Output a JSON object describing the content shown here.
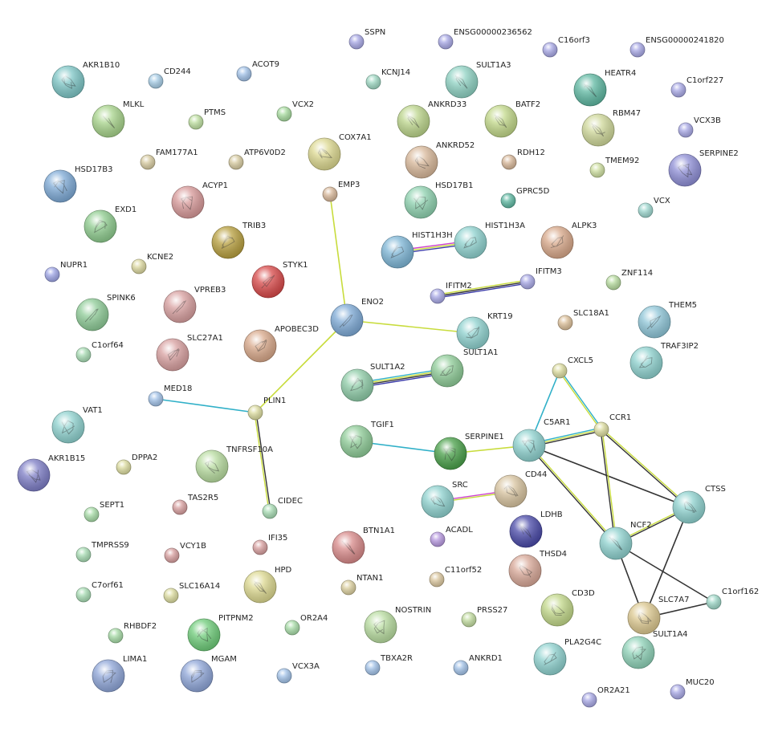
{
  "network": {
    "nodes": [
      {
        "id": "AKR1B10",
        "label": "AKR1B10",
        "color": "#7ec6c6"
      },
      {
        "id": "CD244",
        "label": "CD244",
        "color": "#a7cde6"
      },
      {
        "id": "ACOT9",
        "label": "ACOT9",
        "color": "#a2c2e8"
      },
      {
        "id": "SSPN",
        "label": "SSPN",
        "color": "#a9a9e6"
      },
      {
        "id": "ENSG00000236562",
        "label": "ENSG00000236562",
        "color": "#a9a9e6"
      },
      {
        "id": "C16orf3",
        "label": "C16orf3",
        "color": "#a9a9e6"
      },
      {
        "id": "ENSG00000241820",
        "label": "ENSG00000241820",
        "color": "#a9a9e6"
      },
      {
        "id": "KCNJ14",
        "label": "KCNJ14",
        "color": "#9fd8c3"
      },
      {
        "id": "SULT1A3",
        "label": "SULT1A3",
        "color": "#8fd2c3"
      },
      {
        "id": "HEATR4",
        "label": "HEATR4",
        "color": "#5fb8a2"
      },
      {
        "id": "C1orf227",
        "label": "C1orf227",
        "color": "#a9a9e6"
      },
      {
        "id": "MLKL",
        "label": "MLKL",
        "color": "#a8d48c"
      },
      {
        "id": "PTMS",
        "label": "PTMS",
        "color": "#bfe0a2"
      },
      {
        "id": "VCX2",
        "label": "VCX2",
        "color": "#a8dca0"
      },
      {
        "id": "ANKRD33",
        "label": "ANKRD33",
        "color": "#bcd58c"
      },
      {
        "id": "BATF2",
        "label": "BATF2",
        "color": "#c2d88a"
      },
      {
        "id": "RBM47",
        "label": "RBM47",
        "color": "#cfd89a"
      },
      {
        "id": "VCX3B",
        "label": "VCX3B",
        "color": "#a9a9e6"
      },
      {
        "id": "FAM177A1",
        "label": "FAM177A1",
        "color": "#d8cca2"
      },
      {
        "id": "ATP6V0D2",
        "label": "ATP6V0D2",
        "color": "#d8cca2"
      },
      {
        "id": "COX7A1",
        "label": "COX7A1",
        "color": "#dcd890"
      },
      {
        "id": "ANKRD52",
        "label": "ANKRD52",
        "color": "#d8b89a"
      },
      {
        "id": "RDH12",
        "label": "RDH12",
        "color": "#d8b89a"
      },
      {
        "id": "TMEM92",
        "label": "TMEM92",
        "color": "#cfe0a2"
      },
      {
        "id": "SERPINE2",
        "label": "SERPINE2",
        "color": "#8f8fd6"
      },
      {
        "id": "HSD17B3",
        "label": "HSD17B3",
        "color": "#7eaad6"
      },
      {
        "id": "ACYP1",
        "label": "ACYP1",
        "color": "#d89a9a"
      },
      {
        "id": "EMP3",
        "label": "EMP3",
        "color": "#d8b89a"
      },
      {
        "id": "HSD17B1",
        "label": "HSD17B1",
        "color": "#8fd2b0"
      },
      {
        "id": "GPRC5D",
        "label": "GPRC5D",
        "color": "#5fb8a2"
      },
      {
        "id": "VCX",
        "label": "VCX",
        "color": "#9fd8d0"
      },
      {
        "id": "EXD1",
        "label": "EXD1",
        "color": "#8fcc8f"
      },
      {
        "id": "TRIB3",
        "label": "TRIB3",
        "color": "#b8a040"
      },
      {
        "id": "HIST1H3H",
        "label": "HIST1H3H",
        "color": "#7eb6d6"
      },
      {
        "id": "HIST1H3A",
        "label": "HIST1H3A",
        "color": "#8fd2cf"
      },
      {
        "id": "ALPK3",
        "label": "ALPK3",
        "color": "#d8a88a"
      },
      {
        "id": "NUPR1",
        "label": "NUPR1",
        "color": "#9fa6e6"
      },
      {
        "id": "KCNE2",
        "label": "KCNE2",
        "color": "#dcd8a0"
      },
      {
        "id": "STYK1",
        "label": "STYK1",
        "color": "#d84a4a"
      },
      {
        "id": "IFITM2",
        "label": "IFITM2",
        "color": "#a9a9e6"
      },
      {
        "id": "IFITM3",
        "label": "IFITM3",
        "color": "#a9a9e6"
      },
      {
        "id": "ZNF114",
        "label": "ZNF114",
        "color": "#b8dca0"
      },
      {
        "id": "SPINK6",
        "label": "SPINK6",
        "color": "#8fcc98"
      },
      {
        "id": "VPREB3",
        "label": "VPREB3",
        "color": "#d8a0a0"
      },
      {
        "id": "ENO2",
        "label": "ENO2",
        "color": "#7eaad6"
      },
      {
        "id": "SLC18A1",
        "label": "SLC18A1",
        "color": "#dcc09a"
      },
      {
        "id": "THEM5",
        "label": "THEM5",
        "color": "#8fc6d8"
      },
      {
        "id": "C1orf64",
        "label": "C1orf64",
        "color": "#a8dcb4"
      },
      {
        "id": "SLC27A1",
        "label": "SLC27A1",
        "color": "#d8a0a0"
      },
      {
        "id": "APOBEC3D",
        "label": "APOBEC3D",
        "color": "#d8a88a"
      },
      {
        "id": "KRT19",
        "label": "KRT19",
        "color": "#8fd2cf"
      },
      {
        "id": "SULT1A1",
        "label": "SULT1A1",
        "color": "#8fcc98"
      },
      {
        "id": "TRAF3IP2",
        "label": "TRAF3IP2",
        "color": "#8fd2cf"
      },
      {
        "id": "CXCL5",
        "label": "CXCL5",
        "color": "#dcdca0"
      },
      {
        "id": "SULT1A2",
        "label": "SULT1A2",
        "color": "#8fcca8"
      },
      {
        "id": "MED18",
        "label": "MED18",
        "color": "#a2c2e8"
      },
      {
        "id": "PLIN1",
        "label": "PLIN1",
        "color": "#dcdca0"
      },
      {
        "id": "VAT1",
        "label": "VAT1",
        "color": "#8fd2cf"
      },
      {
        "id": "TGIF1",
        "label": "TGIF1",
        "color": "#8fcc98"
      },
      {
        "id": "SERPINE1",
        "label": "SERPINE1",
        "color": "#4aa04a"
      },
      {
        "id": "C5AR1",
        "label": "C5AR1",
        "color": "#8fd2cf"
      },
      {
        "id": "CCR1",
        "label": "CCR1",
        "color": "#dcdca0"
      },
      {
        "id": "AKR1B15",
        "label": "AKR1B15",
        "color": "#7e7ec6"
      },
      {
        "id": "DPPA2",
        "label": "DPPA2",
        "color": "#dcdca0"
      },
      {
        "id": "TNFRSF10A",
        "label": "TNFRSF10A",
        "color": "#b8dca0"
      },
      {
        "id": "SRC",
        "label": "SRC",
        "color": "#8fd2cf"
      },
      {
        "id": "CD44",
        "label": "CD44",
        "color": "#d8c4a0"
      },
      {
        "id": "CTSS",
        "label": "CTSS",
        "color": "#8fd2cf"
      },
      {
        "id": "SEPT1",
        "label": "SEPT1",
        "color": "#a8dca8"
      },
      {
        "id": "TAS2R5",
        "label": "TAS2R5",
        "color": "#d8a0a0"
      },
      {
        "id": "CIDEC",
        "label": "CIDEC",
        "color": "#a8dcb4"
      },
      {
        "id": "LDHB",
        "label": "LDHB",
        "color": "#4a4aa8"
      },
      {
        "id": "ACADL",
        "label": "ACADL",
        "color": "#b89ae0"
      },
      {
        "id": "NCF2",
        "label": "NCF2",
        "color": "#8fd2cf"
      },
      {
        "id": "BTN1A1",
        "label": "BTN1A1",
        "color": "#d88a8a"
      },
      {
        "id": "IFI35",
        "label": "IFI35",
        "color": "#d8a0a0"
      },
      {
        "id": "TMPRSS9",
        "label": "TMPRSS9",
        "color": "#a8dcb4"
      },
      {
        "id": "VCY1B",
        "label": "VCY1B",
        "color": "#d8a0a0"
      },
      {
        "id": "HPD",
        "label": "HPD",
        "color": "#dcd890"
      },
      {
        "id": "NTAN1",
        "label": "NTAN1",
        "color": "#dcd0a0"
      },
      {
        "id": "C11orf52",
        "label": "C11orf52",
        "color": "#dcc8a0"
      },
      {
        "id": "THSD4",
        "label": "THSD4",
        "color": "#d8a898"
      },
      {
        "id": "C7orf61",
        "label": "C7orf61",
        "color": "#a8dcb4"
      },
      {
        "id": "SLC16A14",
        "label": "SLC16A14",
        "color": "#dcdca0"
      },
      {
        "id": "CD3D",
        "label": "CD3D",
        "color": "#c2d88a"
      },
      {
        "id": "SLC7A7",
        "label": "SLC7A7",
        "color": "#dcc890"
      },
      {
        "id": "C1orf162",
        "label": "C1orf162",
        "color": "#9fd8c8"
      },
      {
        "id": "RHBDF2",
        "label": "RHBDF2",
        "color": "#a8dca8"
      },
      {
        "id": "PITPNM2",
        "label": "PITPNM2",
        "color": "#6fcc7a"
      },
      {
        "id": "OR2A4",
        "label": "OR2A4",
        "color": "#a8dca8"
      },
      {
        "id": "NOSTRIN",
        "label": "NOSTRIN",
        "color": "#b8dca0"
      },
      {
        "id": "PRSS27",
        "label": "PRSS27",
        "color": "#c2dca0"
      },
      {
        "id": "SULT1A4",
        "label": "SULT1A4",
        "color": "#8fd2b8"
      },
      {
        "id": "LIMA1",
        "label": "LIMA1",
        "color": "#8fa6d8"
      },
      {
        "id": "MGAM",
        "label": "MGAM",
        "color": "#8fa6d8"
      },
      {
        "id": "VCX3A",
        "label": "VCX3A",
        "color": "#a2c2e8"
      },
      {
        "id": "TBXA2R",
        "label": "TBXA2R",
        "color": "#a2c2e8"
      },
      {
        "id": "ANKRD1",
        "label": "ANKRD1",
        "color": "#a2c2e8"
      },
      {
        "id": "PLA2G4C",
        "label": "PLA2G4C",
        "color": "#8fd2cf"
      },
      {
        "id": "OR2A21",
        "label": "OR2A21",
        "color": "#a9a9e6"
      },
      {
        "id": "MUC20",
        "label": "MUC20",
        "color": "#a9a9e6"
      }
    ],
    "edges": [
      {
        "source": "EMP3",
        "target": "ENO2",
        "colors": [
          "#c8dc3c"
        ]
      },
      {
        "source": "ENO2",
        "target": "KRT19",
        "colors": [
          "#c8dc3c"
        ]
      },
      {
        "source": "ENO2",
        "target": "PLIN1",
        "colors": [
          "#c8dc3c"
        ]
      },
      {
        "source": "MED18",
        "target": "PLIN1",
        "colors": [
          "#30b0c8"
        ]
      },
      {
        "source": "PLIN1",
        "target": "CIDEC",
        "colors": [
          "#333333",
          "#c8dc3c"
        ]
      },
      {
        "source": "HIST1H3H",
        "target": "HIST1H3A",
        "colors": [
          "#cc44cc",
          "#c8dc3c",
          "#3a3aa8"
        ]
      },
      {
        "source": "IFITM2",
        "target": "IFITM3",
        "colors": [
          "#c8dc3c",
          "#333333",
          "#3a3aa8"
        ]
      },
      {
        "source": "SULT1A2",
        "target": "SULT1A1",
        "colors": [
          "#30b0c8",
          "#c8dc3c",
          "#333333",
          "#3a3aa8"
        ]
      },
      {
        "source": "TGIF1",
        "target": "SERPINE1",
        "colors": [
          "#30b0c8"
        ]
      },
      {
        "source": "SERPINE1",
        "target": "C5AR1",
        "colors": [
          "#c8dc3c"
        ]
      },
      {
        "source": "SRC",
        "target": "CD44",
        "colors": [
          "#cc44cc",
          "#c8dc3c"
        ]
      },
      {
        "source": "CXCL5",
        "target": "C5AR1",
        "colors": [
          "#30b0c8"
        ]
      },
      {
        "source": "CXCL5",
        "target": "CCR1",
        "colors": [
          "#30b0c8",
          "#c8dc3c"
        ]
      },
      {
        "source": "C5AR1",
        "target": "CCR1",
        "colors": [
          "#30b0c8",
          "#c8dc3c",
          "#333333"
        ]
      },
      {
        "source": "C5AR1",
        "target": "NCF2",
        "colors": [
          "#c8dc3c",
          "#333333"
        ]
      },
      {
        "source": "C5AR1",
        "target": "CTSS",
        "colors": [
          "#333333"
        ]
      },
      {
        "source": "CCR1",
        "target": "NCF2",
        "colors": [
          "#c8dc3c",
          "#333333"
        ]
      },
      {
        "source": "CCR1",
        "target": "CTSS",
        "colors": [
          "#c8dc3c",
          "#333333"
        ]
      },
      {
        "source": "NCF2",
        "target": "CTSS",
        "colors": [
          "#c8dc3c",
          "#333333"
        ]
      },
      {
        "source": "NCF2",
        "target": "C1orf162",
        "colors": [
          "#333333"
        ]
      },
      {
        "source": "NCF2",
        "target": "SLC7A7",
        "colors": [
          "#333333"
        ]
      },
      {
        "source": "CTSS",
        "target": "SLC7A7",
        "colors": [
          "#333333"
        ]
      },
      {
        "source": "SLC7A7",
        "target": "C1orf162",
        "colors": [
          "#333333"
        ]
      }
    ]
  }
}
